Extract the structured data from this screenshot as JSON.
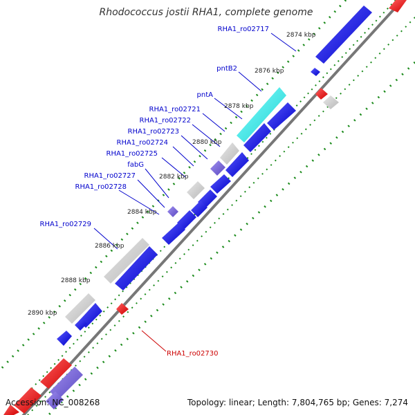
{
  "title": "Rhodococcus jostii RHA1, complete genome",
  "accession": "Accession: NC_008268",
  "summary": "Topology: linear; Length: 7,804,765 bp; Genes: 7,274",
  "ticks": [
    "2874 kbp",
    "2876 kbp",
    "2878 kbp",
    "2880 kbp",
    "2882 kbp",
    "2884 kbp",
    "2886 kbp",
    "2888 kbp",
    "2890 kbp"
  ],
  "gene_labels": [
    "RHA1_ro02717",
    "pntB2",
    "pntA",
    "RHA1_ro02721",
    "RHA1_ro02722",
    "RHA1_ro02723",
    "RHA1_ro02724",
    "RHA1_ro02725",
    "fabG",
    "RHA1_ro02727",
    "RHA1_ro02728",
    "RHA1_ro02729",
    "RHA1_ro02730"
  ],
  "colors": {
    "forward_gene": "#0000e0",
    "reverse_gene": "#ee0000",
    "highlight_gene": "#22e0e0",
    "match_gene": "#cccccc",
    "purple_gene": "#7b68d6",
    "tick_green": "#1a8a1a",
    "label_blue": "#0000cc",
    "label_red": "#cc0000"
  }
}
